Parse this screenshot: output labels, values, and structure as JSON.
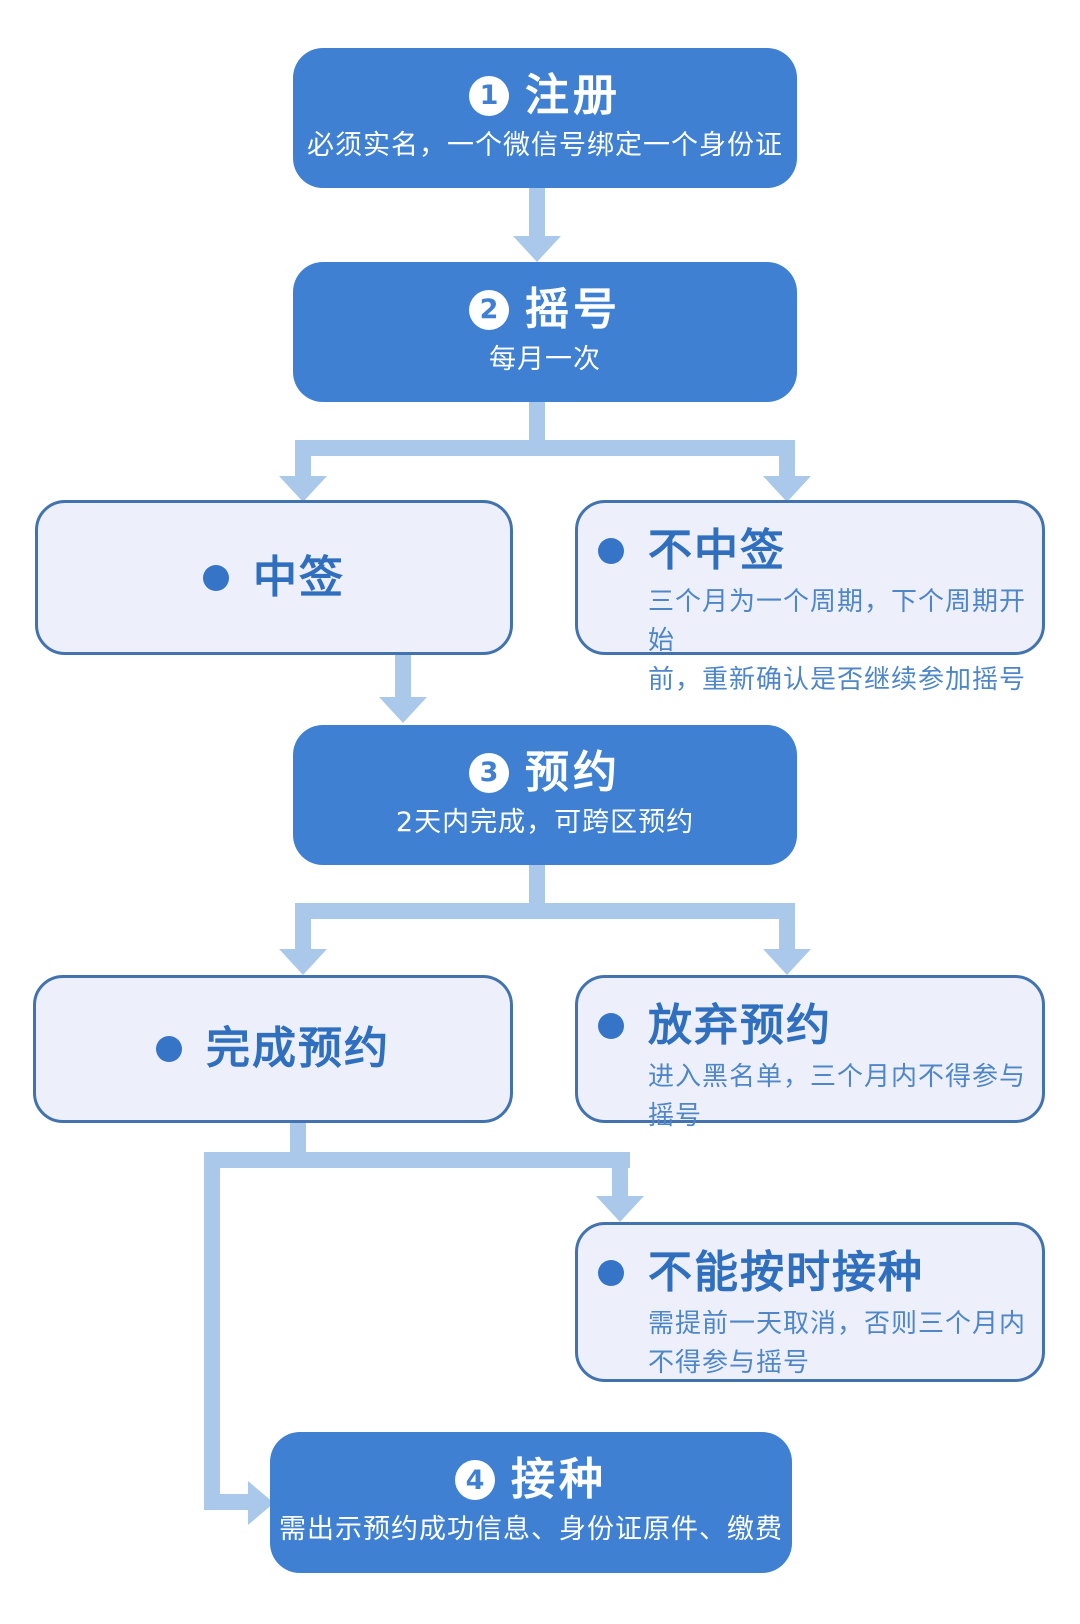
{
  "steps": [
    {
      "number": "1",
      "title": "注册",
      "subtitle": "必须实名，一个微信号绑定一个身份证"
    },
    {
      "number": "2",
      "title": "摇号",
      "subtitle": "每月一次"
    },
    {
      "number": "3",
      "title": "预约",
      "subtitle": "2天内完成，可跨区预约"
    },
    {
      "number": "4",
      "title": "接种",
      "subtitle": "需出示预约成功信息、身份证原件、缴费"
    }
  ],
  "outcomes": [
    {
      "title": "中签",
      "body": ""
    },
    {
      "title": "不中签",
      "body": "三个月为一个周期，下个周期开始\n前，重新确认是否继续参加摇号"
    },
    {
      "title": "完成预约",
      "body": ""
    },
    {
      "title": "放弃预约",
      "body": "进入黑名单，三个月内不得参与\n摇号"
    },
    {
      "title": "不能按时接种",
      "body": "需提前一天取消，否则三个月内\n不得参与摇号"
    }
  ],
  "colors": {
    "step_box": "#3f80d2",
    "connector": "#aac8ea",
    "outcome_fill": "#edf0fb",
    "outcome_border": "#4273af",
    "outcome_title": "#2f6fbd",
    "outcome_body": "#4e86c8"
  }
}
